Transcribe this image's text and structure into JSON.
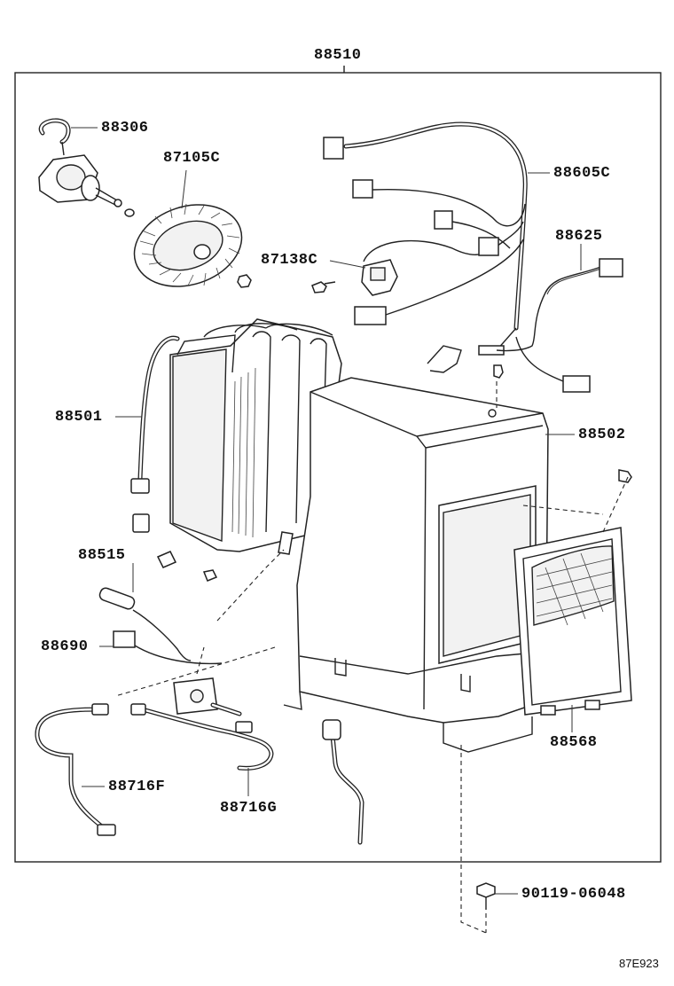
{
  "diagram": {
    "assembly_label": "88510",
    "figure_code": "87E923",
    "parts": [
      {
        "id": "88306",
        "label": "88306"
      },
      {
        "id": "87105C",
        "label": "87105C"
      },
      {
        "id": "88605C",
        "label": "88605C"
      },
      {
        "id": "88625",
        "label": "88625"
      },
      {
        "id": "87138C",
        "label": "87138C"
      },
      {
        "id": "88501",
        "label": "88501"
      },
      {
        "id": "88502",
        "label": "88502"
      },
      {
        "id": "88515",
        "label": "88515"
      },
      {
        "id": "88690",
        "label": "88690"
      },
      {
        "id": "88568",
        "label": "88568"
      },
      {
        "id": "88716F",
        "label": "88716F"
      },
      {
        "id": "88716G",
        "label": "88716G"
      },
      {
        "id": "90119-06048",
        "label": "90119-06048"
      }
    ]
  }
}
